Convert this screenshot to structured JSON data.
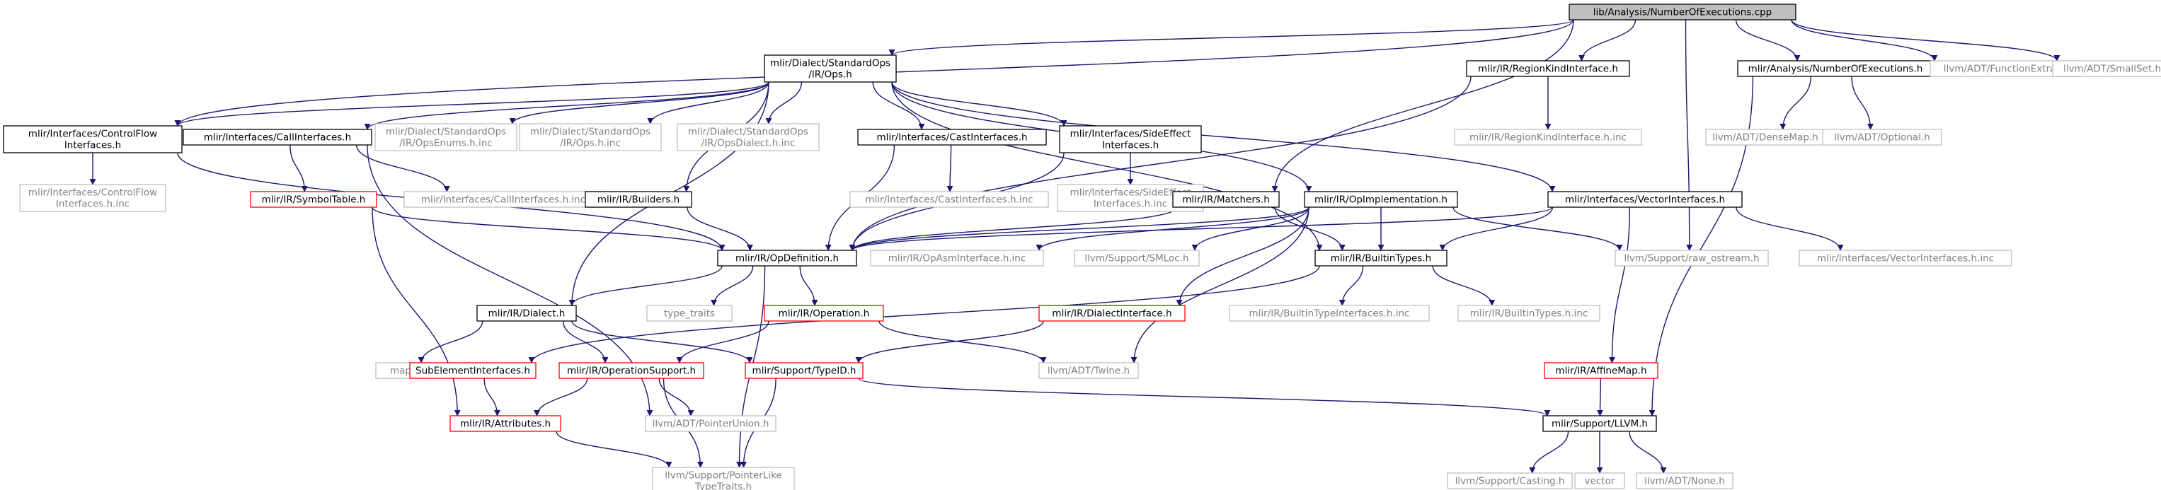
{
  "colors": {
    "root_fill": "#bfbfbf",
    "box_stroke": "#000000",
    "box_fill": "#ffffff",
    "external_stroke": "#bfbfbf",
    "external_text": "#808080",
    "incomplete_stroke": "#ff0000",
    "edge": "#191970",
    "text": "#000000"
  },
  "nodes": [
    {
      "id": "root",
      "kind": "root",
      "lines": [
        "lib/Analysis/NumberOfExecutions.cpp"
      ]
    },
    {
      "id": "ops_h",
      "kind": "documented",
      "lines": [
        "mlir/Dialect/StandardOps",
        "/IR/Ops.h"
      ]
    },
    {
      "id": "regionkind_h",
      "kind": "documented",
      "lines": [
        "mlir/IR/RegionKindInterface.h"
      ]
    },
    {
      "id": "noe_h",
      "kind": "documented",
      "lines": [
        "mlir/Analysis/NumberOfExecutions.h"
      ]
    },
    {
      "id": "funcextras",
      "kind": "external",
      "lines": [
        "llvm/ADT/FunctionExtras.h"
      ]
    },
    {
      "id": "smallset",
      "kind": "external",
      "lines": [
        "llvm/ADT/SmallSet.h"
      ]
    },
    {
      "id": "controlflow_h",
      "kind": "documented",
      "lines": [
        "mlir/Interfaces/ControlFlow",
        "Interfaces.h"
      ]
    },
    {
      "id": "callinterfaces_h",
      "kind": "documented",
      "lines": [
        "mlir/Interfaces/CallInterfaces.h"
      ]
    },
    {
      "id": "opsenums_inc",
      "kind": "external",
      "lines": [
        "mlir/Dialect/StandardOps",
        "/IR/OpsEnums.h.inc"
      ]
    },
    {
      "id": "ops_h_inc",
      "kind": "external",
      "lines": [
        "mlir/Dialect/StandardOps",
        "/IR/Ops.h.inc"
      ]
    },
    {
      "id": "opsdialect_inc",
      "kind": "external",
      "lines": [
        "mlir/Dialect/StandardOps",
        "/IR/OpsDialect.h.inc"
      ]
    },
    {
      "id": "castinterfaces_h",
      "kind": "documented",
      "lines": [
        "mlir/Interfaces/CastInterfaces.h"
      ]
    },
    {
      "id": "sideeffect_h",
      "kind": "documented",
      "lines": [
        "mlir/Interfaces/SideEffect",
        "Interfaces.h"
      ]
    },
    {
      "id": "regionkind_inc",
      "kind": "external",
      "lines": [
        "mlir/IR/RegionKindInterface.h.inc"
      ]
    },
    {
      "id": "densemap",
      "kind": "external",
      "lines": [
        "llvm/ADT/DenseMap.h"
      ]
    },
    {
      "id": "optional",
      "kind": "external",
      "lines": [
        "llvm/ADT/Optional.h"
      ]
    },
    {
      "id": "controlflow_inc",
      "kind": "external",
      "lines": [
        "mlir/Interfaces/ControlFlow",
        "Interfaces.h.inc"
      ]
    },
    {
      "id": "symboltable_h",
      "kind": "incomplete",
      "lines": [
        "mlir/IR/SymbolTable.h"
      ]
    },
    {
      "id": "callinterfaces_inc",
      "kind": "external",
      "lines": [
        "mlir/Interfaces/CallInterfaces.h.inc"
      ]
    },
    {
      "id": "builders_h",
      "kind": "documented",
      "lines": [
        "mlir/IR/Builders.h"
      ]
    },
    {
      "id": "castinterfaces_inc",
      "kind": "external",
      "lines": [
        "mlir/Interfaces/CastInterfaces.h.inc"
      ]
    },
    {
      "id": "sideeffect_inc",
      "kind": "external",
      "lines": [
        "mlir/Interfaces/SideEffect",
        "Interfaces.h.inc"
      ]
    },
    {
      "id": "matchers_h",
      "kind": "documented",
      "lines": [
        "mlir/IR/Matchers.h"
      ]
    },
    {
      "id": "opimpl_h",
      "kind": "documented",
      "lines": [
        "mlir/IR/OpImplementation.h"
      ]
    },
    {
      "id": "vectorinterfaces_h",
      "kind": "documented",
      "lines": [
        "mlir/Interfaces/VectorInterfaces.h"
      ]
    },
    {
      "id": "opdefinition_h",
      "kind": "documented",
      "lines": [
        "mlir/IR/OpDefinition.h"
      ]
    },
    {
      "id": "opasm_inc",
      "kind": "external",
      "lines": [
        "mlir/IR/OpAsmInterface.h.inc"
      ]
    },
    {
      "id": "smloc",
      "kind": "external",
      "lines": [
        "llvm/Support/SMLoc.h"
      ]
    },
    {
      "id": "builtintypes_h",
      "kind": "documented",
      "lines": [
        "mlir/IR/BuiltinTypes.h"
      ]
    },
    {
      "id": "raw_ostream",
      "kind": "external",
      "lines": [
        "llvm/Support/raw_ostream.h"
      ]
    },
    {
      "id": "vectorinterfaces_inc",
      "kind": "external",
      "lines": [
        "mlir/Interfaces/VectorInterfaces.h.inc"
      ]
    },
    {
      "id": "dialect_h",
      "kind": "documented",
      "lines": [
        "mlir/IR/Dialect.h"
      ]
    },
    {
      "id": "type_traits",
      "kind": "external",
      "lines": [
        "type_traits"
      ]
    },
    {
      "id": "operation_h",
      "kind": "incomplete",
      "lines": [
        "mlir/IR/Operation.h"
      ]
    },
    {
      "id": "dialectinterface_h",
      "kind": "incomplete",
      "lines": [
        "mlir/IR/DialectInterface.h"
      ]
    },
    {
      "id": "builtintypeinterfaces_inc",
      "kind": "external",
      "lines": [
        "mlir/IR/BuiltinTypeInterfaces.h.inc"
      ]
    },
    {
      "id": "builtintypes_inc",
      "kind": "external",
      "lines": [
        "mlir/IR/BuiltinTypes.h.inc"
      ]
    },
    {
      "id": "map",
      "kind": "external",
      "lines": [
        "map"
      ]
    },
    {
      "id": "subelement_h",
      "kind": "incomplete",
      "lines": [
        "SubElementInterfaces.h"
      ]
    },
    {
      "id": "opsupport_h",
      "kind": "incomplete",
      "lines": [
        "mlir/IR/OperationSupport.h"
      ]
    },
    {
      "id": "typeid_h",
      "kind": "incomplete",
      "lines": [
        "mlir/Support/TypeID.h"
      ]
    },
    {
      "id": "twine",
      "kind": "external",
      "lines": [
        "llvm/ADT/Twine.h"
      ]
    },
    {
      "id": "affinemap_h",
      "kind": "incomplete",
      "lines": [
        "mlir/IR/AffineMap.h"
      ]
    },
    {
      "id": "attributes_h",
      "kind": "incomplete",
      "lines": [
        "mlir/IR/Attributes.h"
      ]
    },
    {
      "id": "pointerunion",
      "kind": "external",
      "lines": [
        "llvm/ADT/PointerUnion.h"
      ]
    },
    {
      "id": "llvm_h",
      "kind": "documented",
      "lines": [
        "mlir/Support/LLVM.h"
      ]
    },
    {
      "id": "pointerlike",
      "kind": "external",
      "lines": [
        "llvm/Support/PointerLike",
        "TypeTraits.h"
      ]
    },
    {
      "id": "casting",
      "kind": "external",
      "lines": [
        "llvm/Support/Casting.h"
      ]
    },
    {
      "id": "vector",
      "kind": "external",
      "lines": [
        "vector"
      ]
    },
    {
      "id": "none",
      "kind": "external",
      "lines": [
        "llvm/ADT/None.h"
      ]
    }
  ],
  "edges": [
    [
      "root",
      "ops_h"
    ],
    [
      "root",
      "regionkind_h"
    ],
    [
      "root",
      "noe_h"
    ],
    [
      "root",
      "funcextras"
    ],
    [
      "root",
      "smallset"
    ],
    [
      "root",
      "controlflow_h"
    ],
    [
      "root",
      "matchers_h"
    ],
    [
      "root",
      "raw_ostream"
    ],
    [
      "ops_h",
      "controlflow_h"
    ],
    [
      "ops_h",
      "callinterfaces_h"
    ],
    [
      "ops_h",
      "opsenums_inc"
    ],
    [
      "ops_h",
      "ops_h_inc"
    ],
    [
      "ops_h",
      "opsdialect_inc"
    ],
    [
      "ops_h",
      "castinterfaces_h"
    ],
    [
      "ops_h",
      "sideeffect_h"
    ],
    [
      "ops_h",
      "vectorinterfaces_h"
    ],
    [
      "ops_h",
      "opimpl_h"
    ],
    [
      "ops_h",
      "builtintypes_h"
    ],
    [
      "ops_h",
      "dialect_h"
    ],
    [
      "ops_h",
      "builders_h"
    ],
    [
      "regionkind_h",
      "regionkind_inc"
    ],
    [
      "regionkind_h",
      "opdefinition_h"
    ],
    [
      "noe_h",
      "densemap"
    ],
    [
      "noe_h",
      "optional"
    ],
    [
      "noe_h",
      "llvm_h"
    ],
    [
      "controlflow_h",
      "controlflow_inc"
    ],
    [
      "controlflow_h",
      "opdefinition_h"
    ],
    [
      "callinterfaces_h",
      "symboltable_h"
    ],
    [
      "callinterfaces_h",
      "callinterfaces_inc"
    ],
    [
      "callinterfaces_h",
      "pointerunion"
    ],
    [
      "castinterfaces_h",
      "castinterfaces_inc"
    ],
    [
      "castinterfaces_h",
      "opdefinition_h"
    ],
    [
      "sideeffect_h",
      "sideeffect_inc"
    ],
    [
      "sideeffect_h",
      "opdefinition_h"
    ],
    [
      "symboltable_h",
      "opdefinition_h"
    ],
    [
      "symboltable_h",
      "attributes_h"
    ],
    [
      "builders_h",
      "opdefinition_h"
    ],
    [
      "matchers_h",
      "opdefinition_h"
    ],
    [
      "matchers_h",
      "builtintypes_h"
    ],
    [
      "opimpl_h",
      "opdefinition_h"
    ],
    [
      "opimpl_h",
      "opasm_inc"
    ],
    [
      "opimpl_h",
      "smloc"
    ],
    [
      "opimpl_h",
      "builtintypes_h"
    ],
    [
      "opimpl_h",
      "raw_ostream"
    ],
    [
      "opimpl_h",
      "dialectinterface_h"
    ],
    [
      "opimpl_h",
      "twine"
    ],
    [
      "vectorinterfaces_h",
      "opdefinition_h"
    ],
    [
      "vectorinterfaces_h",
      "builtintypes_h"
    ],
    [
      "vectorinterfaces_h",
      "vectorinterfaces_inc"
    ],
    [
      "vectorinterfaces_h",
      "affinemap_h"
    ],
    [
      "opdefinition_h",
      "dialect_h"
    ],
    [
      "opdefinition_h",
      "type_traits"
    ],
    [
      "opdefinition_h",
      "operation_h"
    ],
    [
      "opdefinition_h",
      "pointerlike"
    ],
    [
      "builtintypes_h",
      "builtintypeinterfaces_inc"
    ],
    [
      "builtintypes_h",
      "builtintypes_inc"
    ],
    [
      "builtintypes_h",
      "subelement_h"
    ],
    [
      "dialect_h",
      "map"
    ],
    [
      "dialect_h",
      "opsupport_h"
    ],
    [
      "dialect_h",
      "typeid_h"
    ],
    [
      "operation_h",
      "opsupport_h"
    ],
    [
      "operation_h",
      "twine"
    ],
    [
      "dialectinterface_h",
      "typeid_h"
    ],
    [
      "subelement_h",
      "attributes_h"
    ],
    [
      "opsupport_h",
      "attributes_h"
    ],
    [
      "opsupport_h",
      "pointerunion"
    ],
    [
      "opsupport_h",
      "pointerlike"
    ],
    [
      "typeid_h",
      "llvm_h"
    ],
    [
      "typeid_h",
      "pointerlike"
    ],
    [
      "affinemap_h",
      "llvm_h"
    ],
    [
      "attributes_h",
      "pointerlike"
    ],
    [
      "llvm_h",
      "casting"
    ],
    [
      "llvm_h",
      "vector"
    ],
    [
      "llvm_h",
      "none"
    ]
  ]
}
